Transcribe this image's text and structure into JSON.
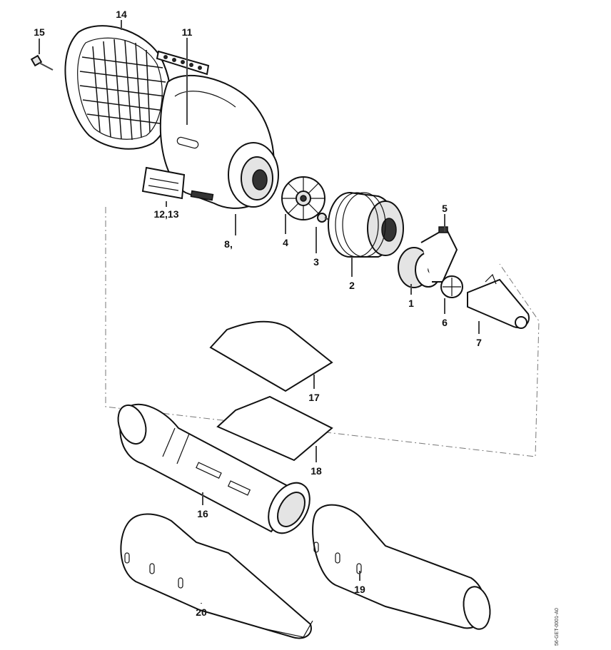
{
  "diagram": {
    "labels": {
      "p1": "1",
      "p2": "2",
      "p3": "3",
      "p4": "4",
      "p5": "5",
      "p6": "6",
      "p7": "7",
      "p8": "8,",
      "p11": "11",
      "p1213": "12,13",
      "p14": "14",
      "p15": "15",
      "p16": "16",
      "p17": "17",
      "p18": "18",
      "p19": "19",
      "p20": "20"
    },
    "drawing_code": "56-GET-0001-A0"
  }
}
